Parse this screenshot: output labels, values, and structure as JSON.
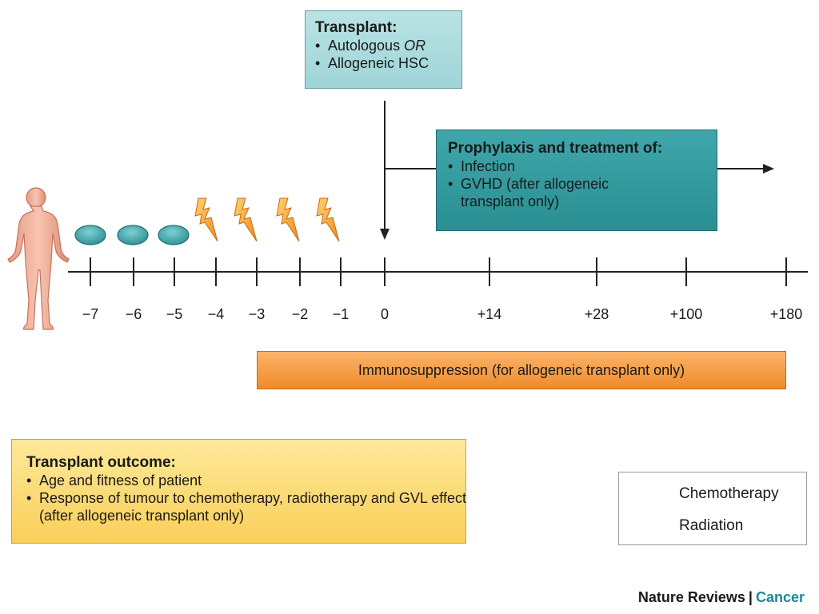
{
  "transplant": {
    "title": "Transplant:",
    "item1_text": "Autologous ",
    "item1_emph": "OR",
    "item2": "Allogeneic HSC"
  },
  "prophylaxis": {
    "title": "Prophylaxis and treatment of:",
    "items": [
      "Infection",
      "GVHD (after allogeneic transplant only)"
    ]
  },
  "timeline": {
    "ticks": [
      "−7",
      "−6",
      "−5",
      "−4",
      "−3",
      "−2",
      "−1",
      "0",
      "+14",
      "+28",
      "+100",
      "+180"
    ]
  },
  "immunosuppression": "Immunosuppression (for allogeneic transplant only)",
  "outcome": {
    "title": "Transplant outcome:",
    "items": [
      "Age and fitness of patient",
      "Response of tumour to chemotherapy, radiotherapy and GVL effect (after allogeneic transplant only)"
    ]
  },
  "legend": {
    "chemotherapy": "Chemotherapy",
    "radiation": "Radiation"
  },
  "credit": {
    "journal": "Nature Reviews",
    "separator": "|",
    "section": "Cancer"
  },
  "colors": {
    "chemo": "#2f9ea1",
    "radiation": "#f5a623",
    "prophylaxis": "#2a8f93",
    "immunosuppression": "#f08a2a",
    "outcome": "#f9cf58",
    "credit_accent": "#1a8a9a"
  }
}
